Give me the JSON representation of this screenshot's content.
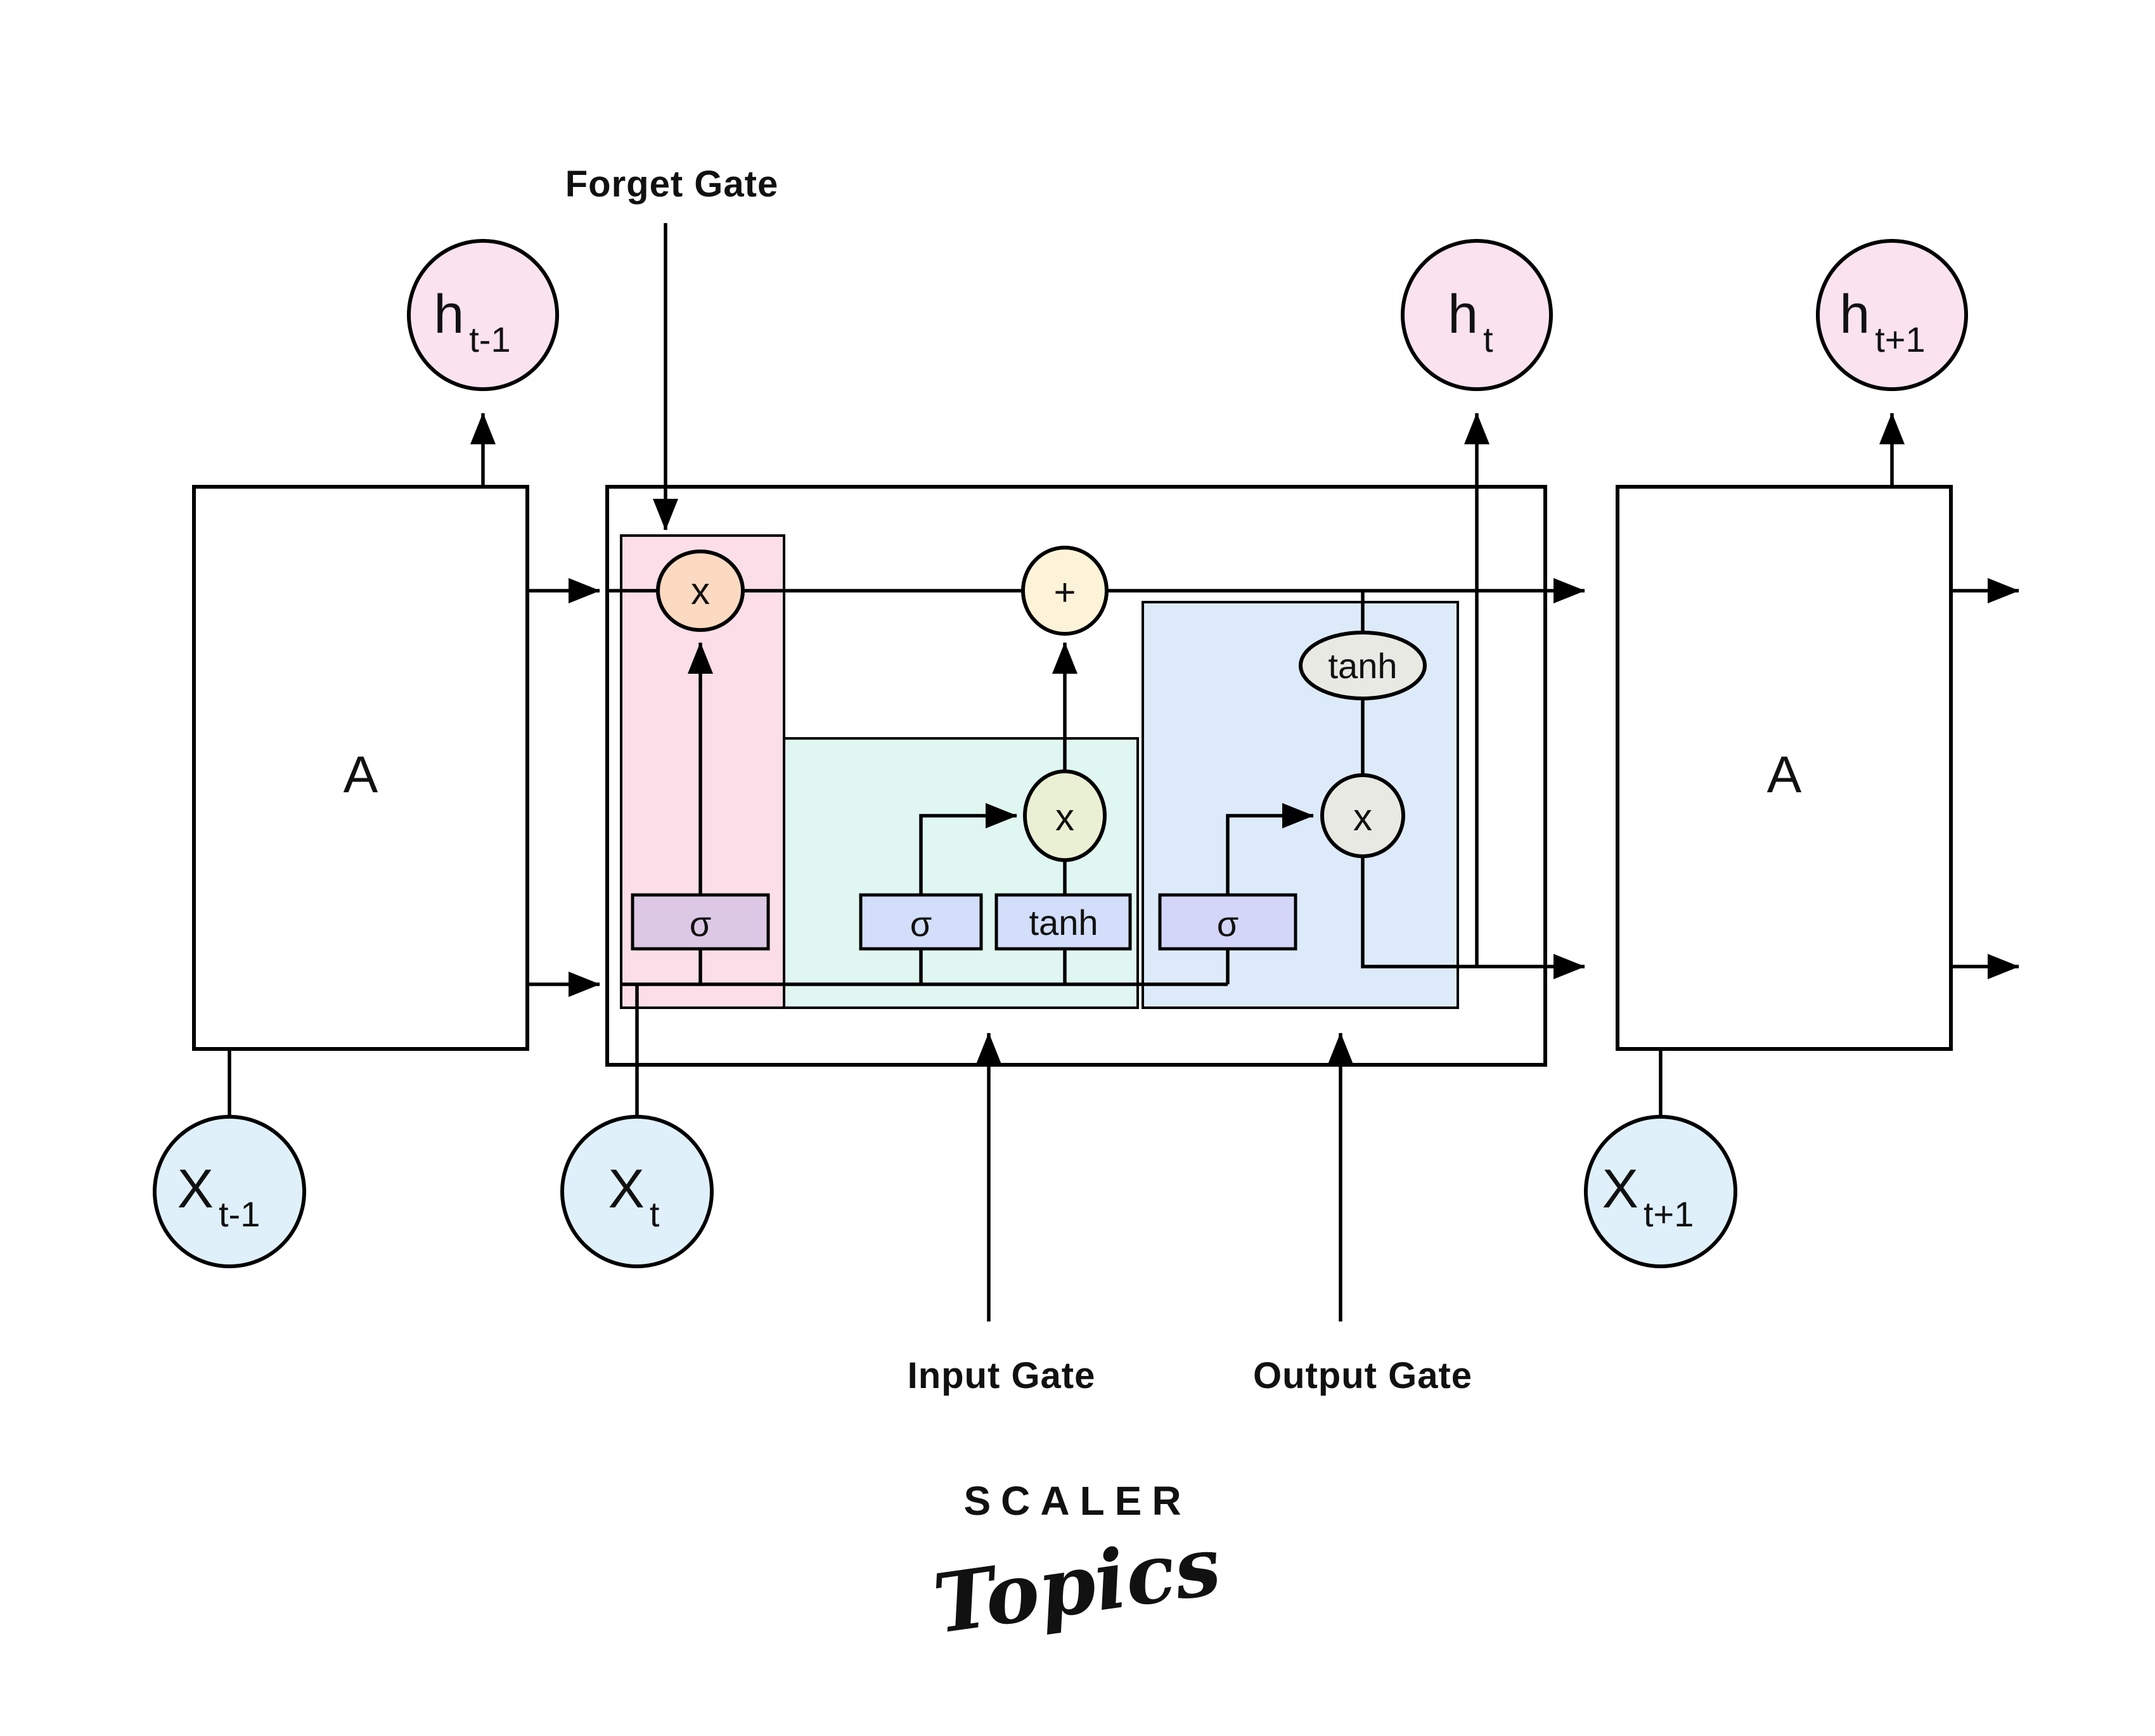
{
  "diagram": {
    "labels": {
      "forget_gate": "Forget Gate",
      "input_gate": "Input Gate",
      "output_gate": "Output Gate"
    },
    "blocks": {
      "left_a": "A",
      "right_a": "A"
    },
    "nodes": {
      "h_prev": {
        "base": "h",
        "sub": "t-1"
      },
      "h_t": {
        "base": "h",
        "sub": "t"
      },
      "h_next": {
        "base": "h",
        "sub": "t+1"
      },
      "x_prev": {
        "base": "X",
        "sub": "t-1"
      },
      "x_t": {
        "base": "X",
        "sub": "t"
      },
      "x_next": {
        "base": "X",
        "sub": "t+1"
      }
    },
    "ops": {
      "forget_multiply": "x",
      "cell_add": "+",
      "input_multiply": "x",
      "output_multiply": "x",
      "output_tanh": "tanh"
    },
    "gates": {
      "forget_sigma": "σ",
      "input_sigma": "σ",
      "input_tanh": "tanh",
      "output_sigma": "σ"
    },
    "logo": {
      "brand": "SCALER",
      "script": "Topics"
    },
    "colors": {
      "h_node": "#fae2ef",
      "x_node": "#dff0fb",
      "forget_region": "#fbdee7",
      "input_region": "#e0f7f1",
      "output_region": "#ddeafa",
      "forget_multiply_op": "#fcd9c1",
      "add_op": "#fdf3d8",
      "input_multiply_op": "#eaf0d3",
      "output_op": "#e9e9e3",
      "forget_sigma_box": "#dcc8e4",
      "input_box": "#d2defa",
      "output_sigma_box": "#d3d6f8",
      "block_fill": "#ffffff",
      "logo_navy": "#1c2438",
      "logo_pink": "#e7256e"
    }
  }
}
